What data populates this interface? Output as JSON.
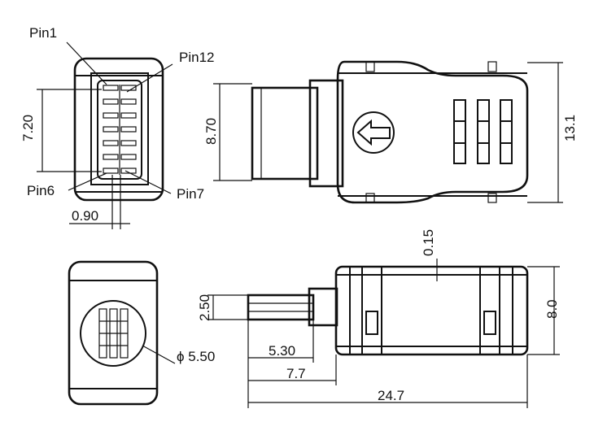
{
  "labels": {
    "pin1": "Pin1",
    "pin12": "Pin12",
    "pin6": "Pin6",
    "pin7": "Pin7"
  },
  "dimensions": {
    "pin_span_height": "7.20",
    "pin_pitch": "0.90",
    "plug_height": "8.70",
    "body_height": "13.1",
    "gap": "0.15",
    "plug_thickness": "2.50",
    "body_thickness": "8.0",
    "cable_diameter": "ϕ 5.50",
    "plug_length": "5.30",
    "plug_to_body": "7.7",
    "overall_length": "24.7"
  },
  "icons": {
    "arrow": "left-arrow-icon"
  }
}
